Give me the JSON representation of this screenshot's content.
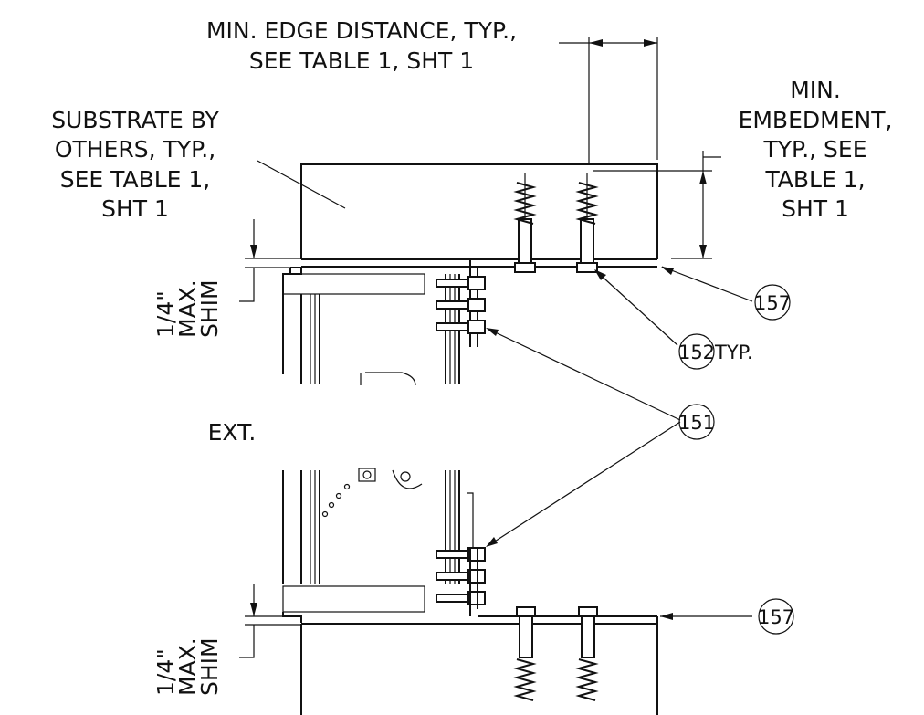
{
  "labels": {
    "edge_distance_line1": "MIN. EDGE DISTANCE, TYP.,",
    "edge_distance_line2": "SEE TABLE 1, SHT 1",
    "substrate_line1": "SUBSTRATE BY",
    "substrate_line2": "OTHERS, TYP.,",
    "substrate_line3": "SEE TABLE 1,",
    "substrate_line4": "SHT 1",
    "embed_line1": "MIN.",
    "embed_line2": "EMBEDMENT,",
    "embed_line3": "TYP., SEE",
    "embed_line4": "TABLE 1,",
    "embed_line5": "SHT 1",
    "shim_top_line1": "1/4\"",
    "shim_top_line2": "MAX.",
    "shim_top_line3": "SHIM",
    "shim_bottom_line1": "1/4\"",
    "shim_bottom_line2": "MAX.",
    "shim_bottom_line3": "SHIM",
    "ext_label": "EXT.",
    "typ_label": "TYP."
  },
  "callouts": {
    "c157_top": "157",
    "c152": "152",
    "c151": "151",
    "c157_bottom": "157"
  },
  "colors": {
    "line": "#111111",
    "background": "#ffffff"
  }
}
